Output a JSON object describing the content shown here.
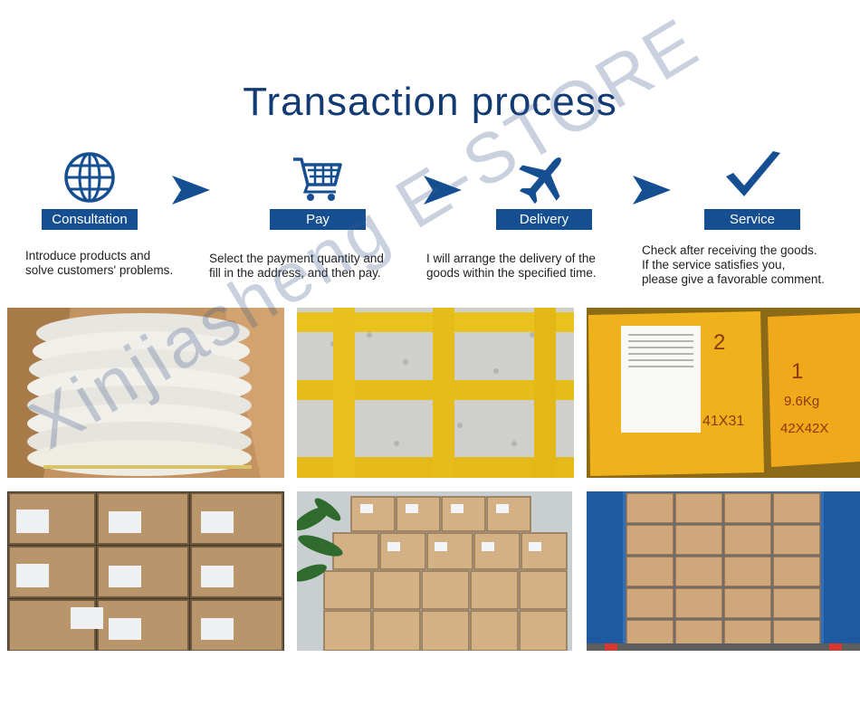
{
  "title": "Transaction process",
  "steps": [
    {
      "label": "Consultation",
      "icon": "globe-icon",
      "description": [
        "Introduce products and",
        "solve customers' problems."
      ]
    },
    {
      "label": "Pay",
      "icon": "shopping-cart-icon",
      "description": [
        "Select the payment quantity and",
        "fill in the address, and then pay."
      ]
    },
    {
      "label": "Delivery",
      "icon": "airplane-icon",
      "description": [
        "I will arrange the delivery of the",
        "goods within the specified time."
      ]
    },
    {
      "label": "Service",
      "icon": "checkmark-icon",
      "description": [
        "Check after receiving the goods.",
        "If the service satisfies you,",
        "please give a favorable comment."
      ]
    }
  ],
  "photos": [
    {
      "subject": "reels-in-box"
    },
    {
      "subject": "bubble-wrap-package"
    },
    {
      "subject": "yellow-parcels-with-labels",
      "labels": [
        "2",
        "41X31",
        "1",
        "9.6Kg",
        "42X42X"
      ]
    },
    {
      "subject": "stacked-cartons"
    },
    {
      "subject": "carton-pile-with-plant"
    },
    {
      "subject": "truck-loaded-with-cartons"
    }
  ],
  "watermark": "Xinjiasheng E-STORE",
  "colors": {
    "accent": "#164f91",
    "title": "#123a73"
  }
}
